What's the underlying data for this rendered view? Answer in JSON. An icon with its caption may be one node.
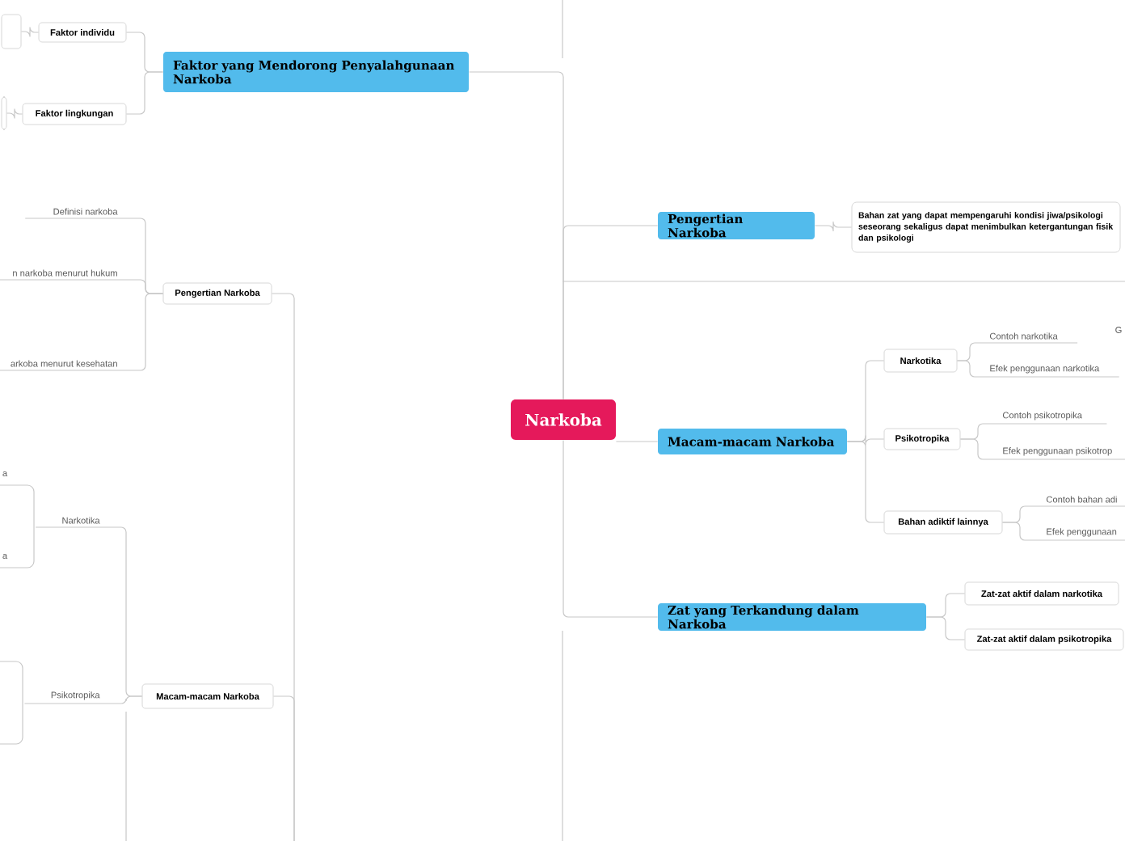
{
  "diagram": {
    "nodes": [
      {
        "text": [
          "Narkoba"
        ]
      },
      {
        "text": [
          "Faktor yang Mendorong Penyalahgunaan Narkoba"
        ]
      },
      {
        "text": [
          "Faktor individu"
        ]
      },
      {
        "text": [
          "Faktor lingkungan"
        ]
      },
      {
        "text": [],
        "shape": "box"
      },
      {
        "text": [],
        "shape": "box"
      },
      {
        "text": [
          "Pengertian Narkoba"
        ]
      },
      {
        "text": [
          "Definisi narkoba"
        ]
      },
      {
        "text": [
          "n narkoba menurut hukum"
        ]
      },
      {
        "text": [
          "arkoba menurut kesehatan"
        ]
      },
      {
        "text": [
          "Macam-macam Narkoba"
        ]
      },
      {
        "text": [
          "Narkotika"
        ]
      },
      {
        "text": [
          "Psikotropika"
        ]
      },
      {
        "text": [
          "Pengertian Narkoba"
        ]
      },
      {
        "text": [
          "Bahan zat yang dapat mempengaruhi kondisi jiwa/psikologi seseorang sekaligus dapat menimbulkan ketergantungan fisik dan psikologi"
        ]
      },
      {
        "text": [
          "Macam-macam Narkoba"
        ]
      },
      {
        "text": [
          "Narkotika"
        ]
      },
      {
        "text": [
          "Psikotropika"
        ]
      },
      {
        "text": [
          "Bahan adiktif lainnya"
        ]
      },
      {
        "text": [
          "Contoh narkotika"
        ]
      },
      {
        "text": [
          "Efek penggunaan narkotika"
        ]
      },
      {
        "text": [
          "Contoh psikotropika"
        ]
      },
      {
        "text": [
          "Efek penggunaan psikotrop"
        ]
      },
      {
        "text": [
          "Contoh bahan adi"
        ]
      },
      {
        "text": [
          "Efek penggunaan"
        ]
      },
      {
        "text": [
          "Zat yang Terkandung dalam Narkoba"
        ]
      },
      {
        "text": [
          "Zat-zat aktif dalam narkotika"
        ]
      },
      {
        "text": [
          "Zat-zat aktif dalam psikotropika"
        ]
      }
    ],
    "edges": [
      {
        "from": 0,
        "to": 1,
        "arrow": "none"
      },
      {
        "from": 0,
        "to": 13,
        "arrow": "none"
      },
      {
        "from": 0,
        "to": 15,
        "arrow": "none"
      },
      {
        "from": 0,
        "to": 25,
        "arrow": "none"
      },
      {
        "from": 1,
        "to": 2,
        "arrow": "none"
      },
      {
        "from": 1,
        "to": 3,
        "arrow": "none"
      },
      {
        "from": 2,
        "to": 4,
        "arrow": "none"
      },
      {
        "from": 3,
        "to": 5,
        "arrow": "none"
      },
      {
        "from": null,
        "to": 6,
        "arrow": "none"
      },
      {
        "from": 6,
        "to": 7,
        "arrow": "none"
      },
      {
        "from": 6,
        "to": 8,
        "arrow": "none"
      },
      {
        "from": 6,
        "to": 9,
        "arrow": "none"
      },
      {
        "from": null,
        "to": 10,
        "arrow": "none"
      },
      {
        "from": 10,
        "to": 11,
        "arrow": "none"
      },
      {
        "from": 10,
        "to": 12,
        "arrow": "none"
      },
      {
        "from": 13,
        "to": 14,
        "arrow": "none"
      },
      {
        "from": 15,
        "to": 16,
        "arrow": "none"
      },
      {
        "from": 15,
        "to": 17,
        "arrow": "none"
      },
      {
        "from": 15,
        "to": 18,
        "arrow": "none"
      },
      {
        "from": 16,
        "to": 19,
        "arrow": "none"
      },
      {
        "from": 16,
        "to": 20,
        "arrow": "none"
      },
      {
        "from": 17,
        "to": 21,
        "arrow": "none"
      },
      {
        "from": 17,
        "to": 22,
        "arrow": "none"
      },
      {
        "from": 18,
        "to": 23,
        "arrow": "none"
      },
      {
        "from": 18,
        "to": 24,
        "arrow": "none"
      },
      {
        "from": 25,
        "to": 26,
        "arrow": "none"
      },
      {
        "from": 25,
        "to": 27,
        "arrow": "none"
      }
    ],
    "labels": [
      "G",
      "a",
      "a"
    ]
  }
}
